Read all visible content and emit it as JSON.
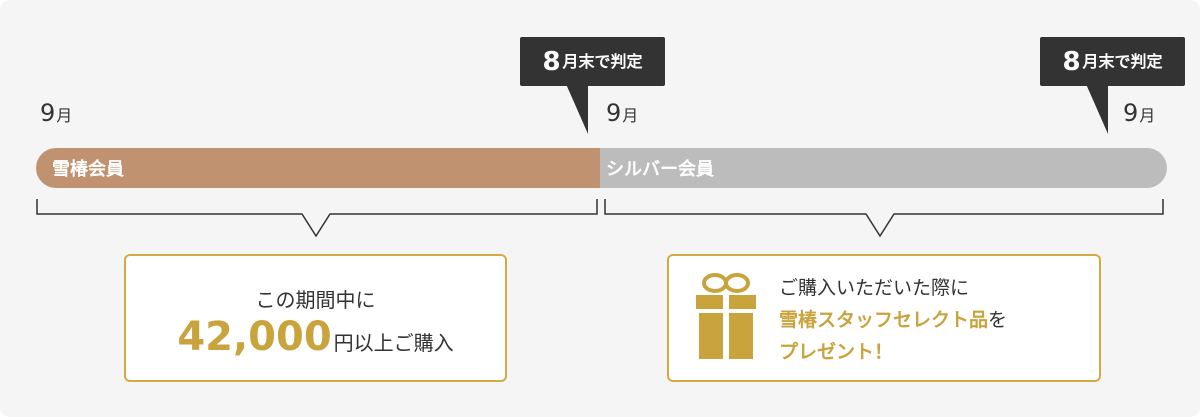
{
  "timeline": {
    "start_month": {
      "number": "9",
      "unit": "月"
    },
    "mid_month": {
      "number": "9",
      "unit": "月"
    },
    "end_month": {
      "number": "9",
      "unit": "月"
    },
    "callouts": [
      {
        "number": "8",
        "text": "月末で判定"
      },
      {
        "number": "8",
        "text": "月末で判定"
      }
    ],
    "tiers": [
      {
        "label": "雪椿会員",
        "color": "#c19270"
      },
      {
        "label": "シルバー会員",
        "color": "#bcbcbc"
      }
    ]
  },
  "condition_box": {
    "line1": "この期間中に",
    "amount": "42,000",
    "amount_suffix": "円以上ご購入"
  },
  "reward_box": {
    "icon": "gift-icon",
    "line1": "ご購入いただいた際に",
    "highlight": "雪椿スタッフセレクト品",
    "line2_suffix": "を",
    "line3": "プレゼント！"
  },
  "colors": {
    "accent_gold": "#c9a33c",
    "box_border": "#d4aa45",
    "callout_bg": "#333333",
    "background": "#f5f5f5"
  }
}
